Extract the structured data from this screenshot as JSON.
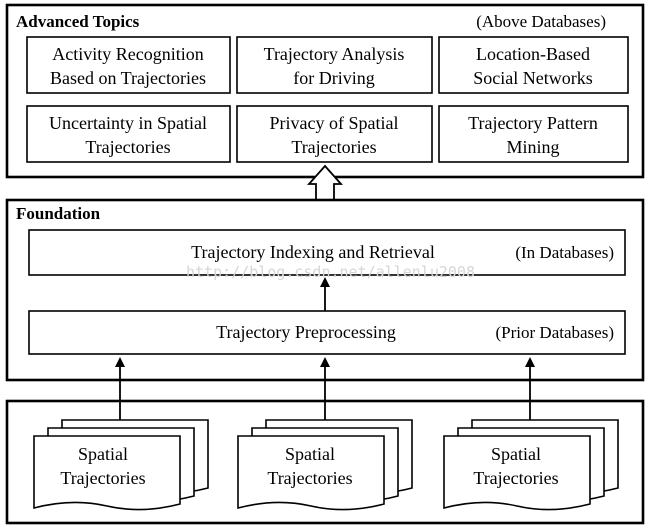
{
  "advanced": {
    "title": "Advanced Topics",
    "note": "(Above Databases)",
    "topics": [
      [
        "Activity Recognition",
        "Based on Trajectories"
      ],
      [
        "Trajectory Analysis",
        "for Driving"
      ],
      [
        "Location-Based",
        "Social Networks"
      ],
      [
        "Uncertainty in Spatial",
        "Trajectories"
      ],
      [
        "Privacy of Spatial",
        "Trajectories"
      ],
      [
        "Trajectory Pattern",
        "Mining"
      ]
    ]
  },
  "foundation": {
    "title": "Foundation",
    "indexing": {
      "label": "Trajectory Indexing and Retrieval",
      "note": "(In Databases)"
    },
    "preprocessing": {
      "label": "Trajectory Preprocessing",
      "note": "(Prior Databases)"
    }
  },
  "sources": [
    [
      "Spatial",
      "Trajectories"
    ],
    [
      "Spatial",
      "Trajectories"
    ],
    [
      "Spatial",
      "Trajectories"
    ]
  ],
  "watermark": "http://blog.csdn.net/allenlu2008"
}
